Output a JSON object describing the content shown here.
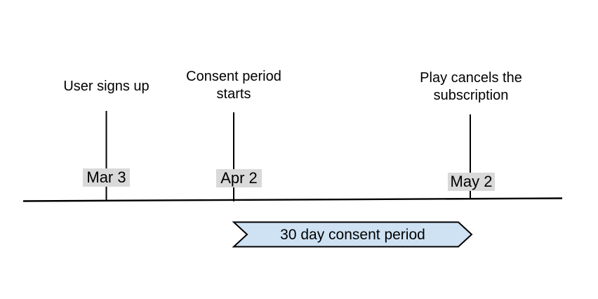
{
  "events": [
    {
      "label": "User signs up",
      "date": "Mar 3"
    },
    {
      "label": "Consent period\nstarts",
      "date": "Apr 2"
    },
    {
      "label": "Play cancels the\nsubscription",
      "date": "May 2"
    }
  ],
  "banner": {
    "label": "30 day consent period"
  },
  "colors": {
    "background": "#ffffff",
    "text": "#000000",
    "line": "#000000",
    "date_label_bg": "#d9d9d9",
    "banner_fill": "#cfe2f3",
    "banner_border": "#000000"
  }
}
